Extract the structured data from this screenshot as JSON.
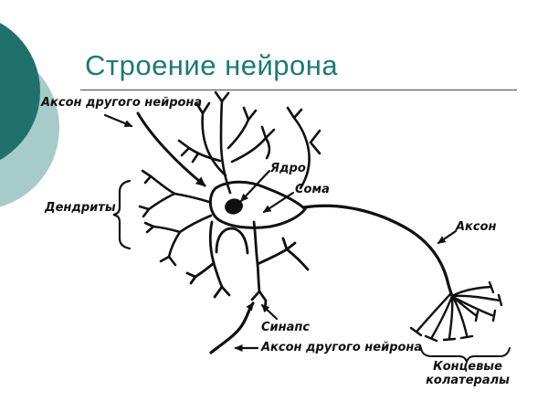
{
  "slide": {
    "title": "Строение нейрона",
    "title_color": "#1B7A74",
    "accent_dark": "#20706B",
    "accent_light": "#A6CBC8",
    "line_color": "#111111"
  },
  "diagram": {
    "labels": {
      "incoming_axon_top": "Аксон другого нейрона",
      "dendrites": "Дендриты",
      "nucleus": "Ядро",
      "soma": "Сома",
      "axon": "Аксон",
      "synapse": "Синапс",
      "incoming_axon_bottom": "Аксон другого нейрона",
      "terminal_line1": "Концевые",
      "terminal_line2": "колатералы"
    }
  }
}
